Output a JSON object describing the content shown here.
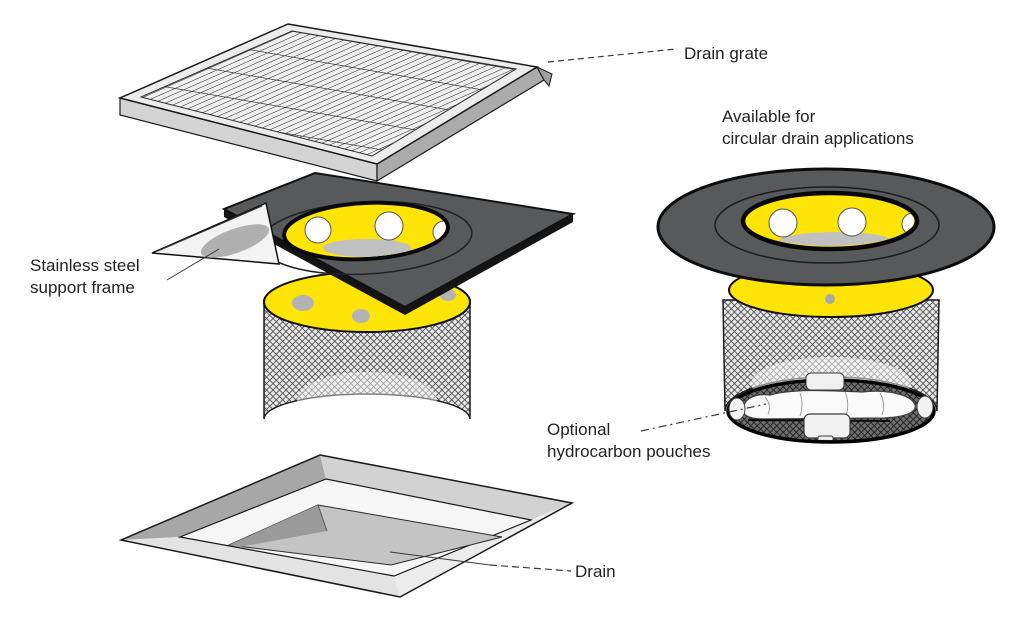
{
  "diagram": {
    "labels": {
      "drain_grate": "Drain grate",
      "available_line1": "Available for",
      "available_line2": "circular drain applications",
      "stainless_line1": "Stainless steel",
      "stainless_line2": "support frame",
      "optional_line1": "Optional",
      "optional_line2": "hydrocarbon pouches",
      "drain": "Drain"
    },
    "colors": {
      "insert_yellow": "#ffe408",
      "body_gray": "#58595b",
      "text": "#231f20"
    }
  }
}
